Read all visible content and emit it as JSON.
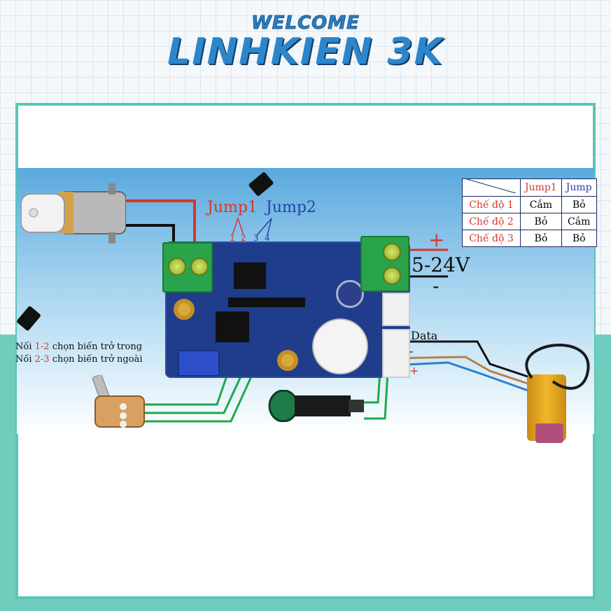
{
  "header": {
    "welcome": "WELCOME",
    "brand": "LINHKIEN 3K"
  },
  "diagram": {
    "jump1_label": "Jump1",
    "jump2_label": "Jump2",
    "pins": [
      "1",
      "2",
      "3",
      "4"
    ],
    "voltage": "5-24V",
    "plus": "+",
    "minus": "-",
    "data_label": "Data",
    "signal_plus": "+",
    "signal_minus": "-",
    "note_line1_prefix": "Nối ",
    "note_line1_pins": "1-2",
    "note_line1_suffix": " chọn biến trở trong",
    "note_line2_prefix": "Nối ",
    "note_line2_pins": "2-3",
    "note_line2_suffix": " chọn biến trở ngoài"
  },
  "mode_table": {
    "headers": [
      "Jump1",
      "Jump"
    ],
    "rows": [
      {
        "mode": "Chế độ 1",
        "jump1": "Cắm",
        "jump2": "Bỏ"
      },
      {
        "mode": "Chế độ 2",
        "jump1": "Bỏ",
        "jump2": "Cắm"
      },
      {
        "mode": "Chế độ 3",
        "jump1": "Bỏ",
        "jump2": "Bỏ"
      }
    ]
  },
  "colors": {
    "brand_blue": "#2c86cc",
    "frame_teal": "#5cc6b5",
    "pcb_blue": "#1f3d8a",
    "terminal_green": "#2aa44a",
    "wire_red": "#d9342a",
    "wire_green": "#1fa84a"
  },
  "icons": {
    "pump": "water-pump-icon",
    "potentiometer": "potentiometer-icon",
    "lamp": "indicator-lamp-icon",
    "sensor": "photoelectric-sensor-icon",
    "jumper": "jumper-cap-icon"
  }
}
